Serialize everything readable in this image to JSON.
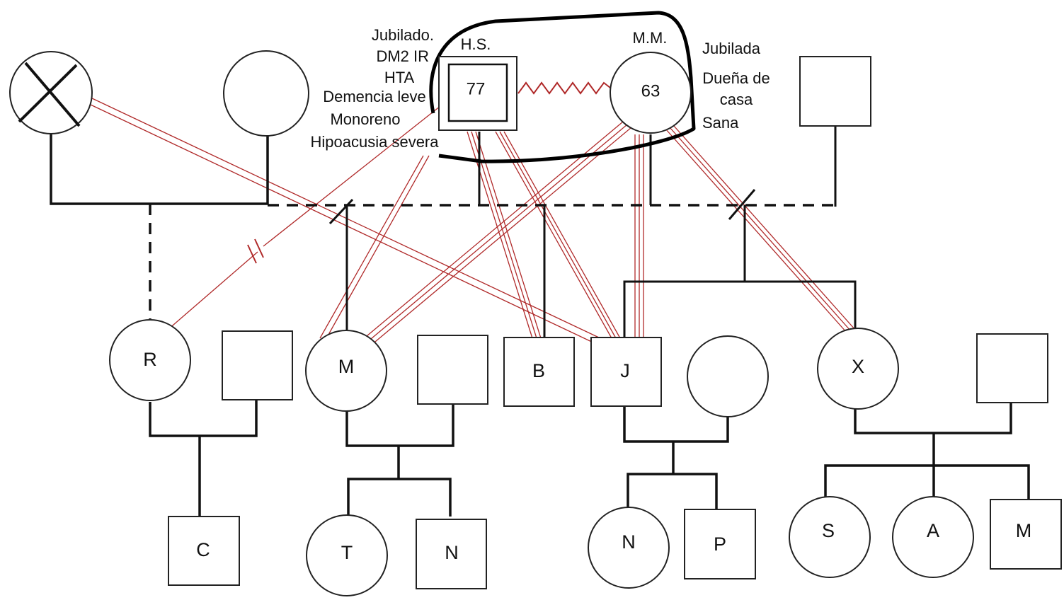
{
  "title": "Genograma familiar",
  "colors": {
    "kinship": "#111111",
    "relationship": "#b02a2a",
    "background": "#ffffff"
  },
  "index_patient": {
    "initials": "H.S.",
    "age": "77",
    "notes": [
      "Jubilado.",
      "DM2 IR",
      "HTA",
      "Demencia leve",
      "Monoreno",
      "Hipoacusia severa"
    ]
  },
  "partner": {
    "initials": "M.M.",
    "age": "63",
    "notes": [
      "Jubilada",
      "Dueña de casa",
      "Sana"
    ]
  },
  "children": {
    "R": "R",
    "M": "M",
    "B": "B",
    "J": "J",
    "X": "X"
  },
  "grandchildren": {
    "C": "C",
    "T": "T",
    "N1": "N",
    "N2": "N",
    "P": "P",
    "S": "S",
    "A": "A",
    "M": "M"
  },
  "legend_relations": {
    "hs_mm": "conflictive",
    "hs_r": "cut-off",
    "close": "close",
    "fused": "fused"
  }
}
